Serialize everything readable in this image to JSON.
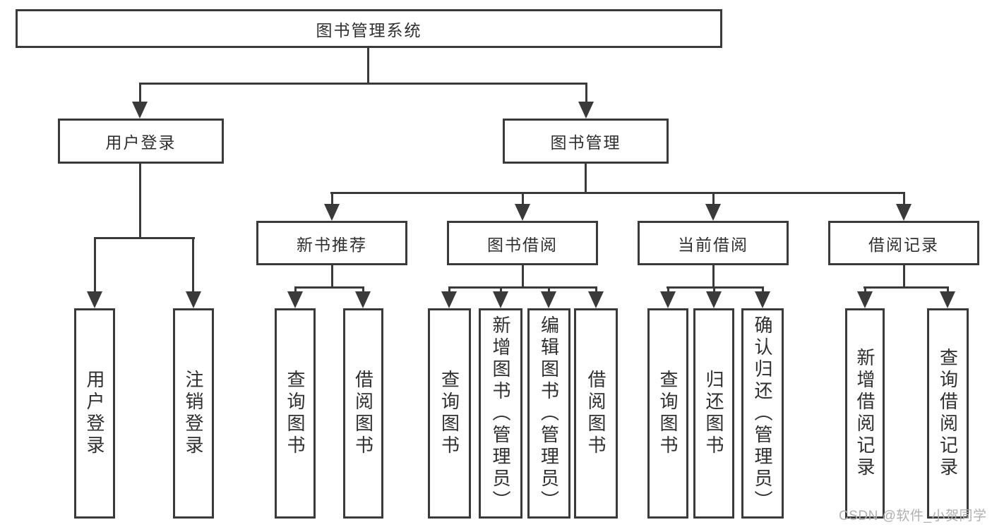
{
  "tree": {
    "root": {
      "label": "图书管理系统",
      "children": [
        {
          "label": "用户登录",
          "children": [
            {
              "label": "用户登录"
            },
            {
              "label": "注销登录"
            }
          ]
        },
        {
          "label": "图书管理",
          "children": [
            {
              "label": "新书推荐",
              "children": [
                {
                  "label": "查询图书"
                },
                {
                  "label": "借阅图书"
                }
              ]
            },
            {
              "label": "图书借阅",
              "children": [
                {
                  "label": "查询图书"
                },
                {
                  "label": "新增图书（管理员）"
                },
                {
                  "label": "编辑图书（管理员）"
                },
                {
                  "label": "借阅图书"
                }
              ]
            },
            {
              "label": "当前借阅",
              "children": [
                {
                  "label": "查询图书"
                },
                {
                  "label": "归还图书"
                },
                {
                  "label": "确认归还（管理员）"
                }
              ]
            },
            {
              "label": "借阅记录",
              "children": [
                {
                  "label": "新增借阅记录"
                },
                {
                  "label": "查询借阅记录"
                }
              ]
            }
          ]
        }
      ]
    }
  },
  "watermark": {
    "text": "CSDN @软件_小贺同学"
  },
  "colors": {
    "line": "#3a3a3a",
    "text": "#2f2f2f",
    "background": "#ffffff",
    "watermark": "#b0b0b0"
  }
}
